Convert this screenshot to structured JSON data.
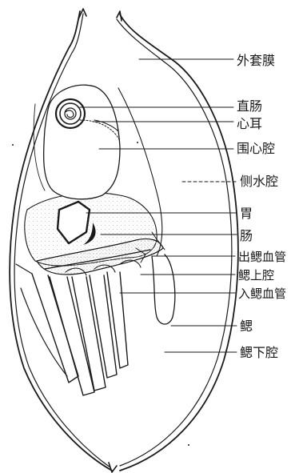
{
  "colors": {
    "ink": "#1a1a1a",
    "stipple": "#bdbdbd",
    "background": "#ffffff"
  },
  "labels": [
    "外套膜",
    "直肠",
    "心耳",
    "围心腔",
    "侧水腔",
    "胃",
    "肠",
    "出鳃血管",
    "鳃上腔",
    "入鳃血管",
    "鳃",
    "鳃下腔"
  ]
}
